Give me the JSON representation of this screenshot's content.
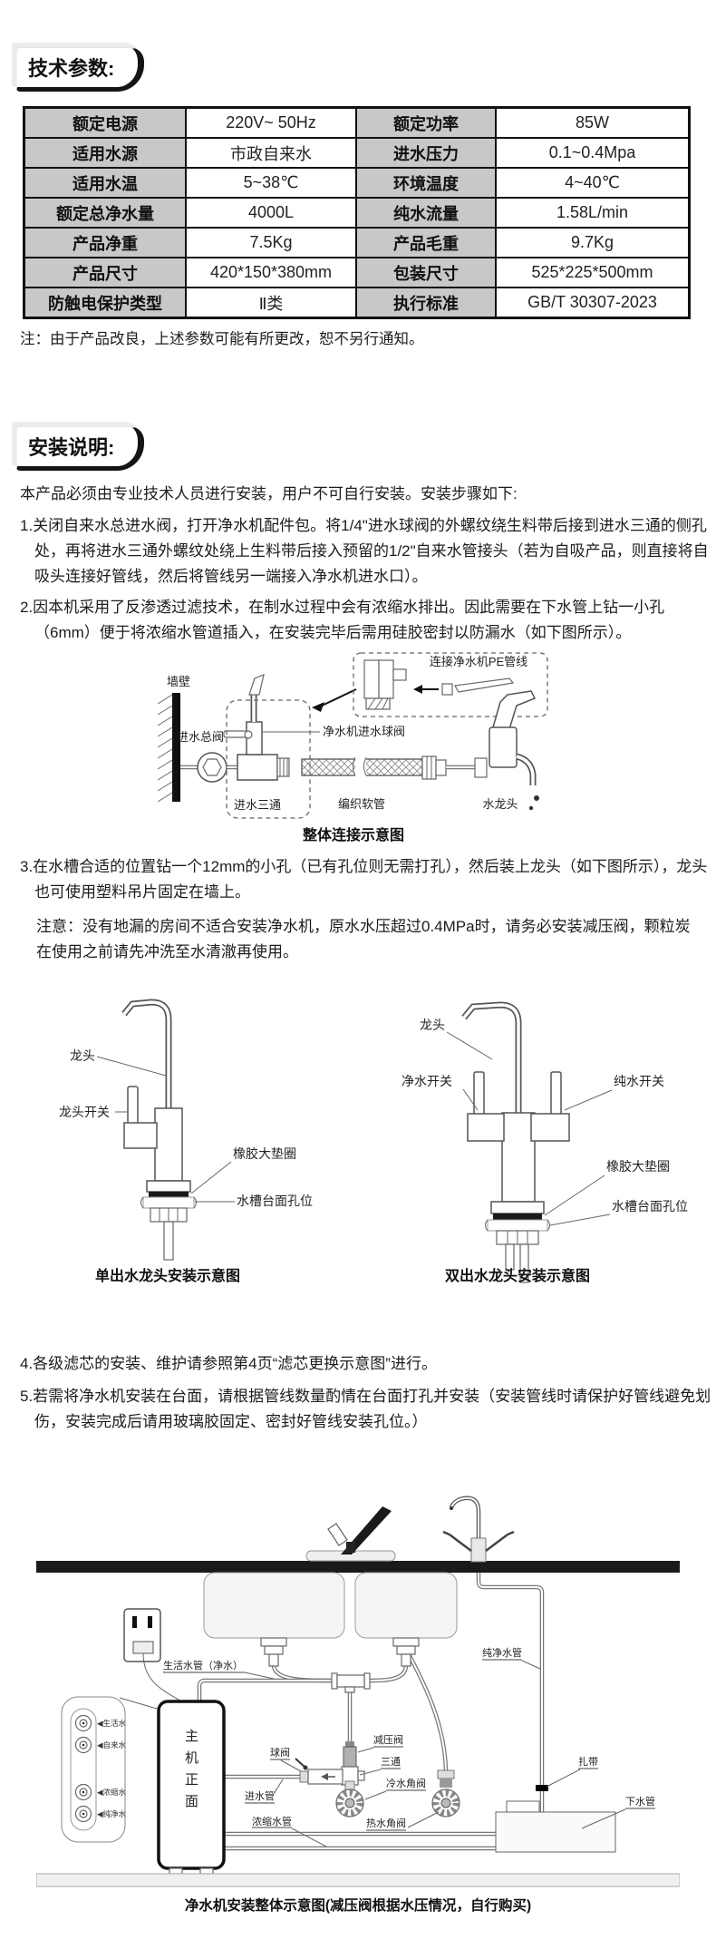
{
  "sections": {
    "tech_title": "技术参数:",
    "install_title": "安装说明:"
  },
  "tech": {
    "note": "注：由于产品改良，上述参数可能有所更改，恕不另行通知。",
    "rows": [
      {
        "k1": "额定电源",
        "v1": "220V~ 50Hz",
        "k2": "额定功率",
        "v2": "85W"
      },
      {
        "k1": "适用水源",
        "v1": "市政自来水",
        "k2": "进水压力",
        "v2": "0.1~0.4Mpa"
      },
      {
        "k1": "适用水温",
        "v1": "5~38℃",
        "k2": "环境温度",
        "v2": "4~40℃"
      },
      {
        "k1": "额定总净水量",
        "v1": "4000L",
        "k2": "纯水流量",
        "v2": "1.58L/min"
      },
      {
        "k1": "产品净重",
        "v1": "7.5Kg",
        "k2": "产品毛重",
        "v2": "9.7Kg"
      },
      {
        "k1": "产品尺寸",
        "v1": "420*150*380mm",
        "k2": "包装尺寸",
        "v2": "525*225*500mm"
      },
      {
        "k1": "防触电保护类型",
        "v1": "Ⅱ类",
        "k2": "执行标准",
        "v2": "GB/T 30307-2023"
      }
    ]
  },
  "install": {
    "intro": "本产品必须由专业技术人员进行安装，用户不可自行安装。安装步骤如下:",
    "step1": "1.关闭自来水总进水阀，打开净水机配件包。将1/4\"进水球阀的外螺纹绕生料带后接到进水三通的侧孔处，再将进水三通外螺纹处绕上生料带后接入预留的1/2\"自来水管接头（若为自吸产品，则直接将自吸头连接好管线，然后将管线另一端接入净水机进水口）。",
    "step2": "2.因本机采用了反渗透过滤技术，在制水过程中会有浓缩水排出。因此需要在下水管上钻一小孔（6mm）便于将浓缩水管道插入，在安装完毕后需用硅胶密封以防漏水（如下图所示）。",
    "step3": "3.在水槽合适的位置钻一个12mm的小孔（已有孔位则无需打孔），然后装上龙头（如下图所示），龙头也可使用塑料吊片固定在墙上。",
    "step3_note": "注意：没有地漏的房间不适合安装净水机，原水水压超过0.4MPa时，请务必安装减压阀，颗粒炭在使用之前请先冲洗至水清澈再使用。",
    "step4": "4.各级滤芯的安装、维护请参照第4页“滤芯更换示意图”进行。",
    "step5": "5.若需将净水机安装在台面，请根据管线数量酌情在台面打孔并安装（安装管线时请保护好管线避免划伤，安装完成后请用玻璃胶固定、密封好管线安装孔位。）"
  },
  "d1": {
    "labels": {
      "wall": "墙壁",
      "main_valve": "进水总阀",
      "tee": "进水三通",
      "ball_valve": "净水机进水球阀",
      "pe_line": "连接净水机PE管线",
      "hose": "编织软管",
      "faucet": "水龙头"
    },
    "caption": "整体连接示意图"
  },
  "d2": {
    "single": {
      "spout": "龙头",
      "switch": "龙头开关",
      "gasket": "橡胶大垫圈",
      "hole": "水槽台面孔位",
      "caption": "单出水龙头安装示意图"
    },
    "double": {
      "spout": "龙头",
      "pure_switch": "净水开关",
      "purer_switch": "纯水开关",
      "gasket": "橡胶大垫圈",
      "hole": "水槽台面孔位",
      "caption": "双出水龙头安装示意图"
    }
  },
  "d3": {
    "labels": {
      "life_pipe": "生活水管（净水）",
      "pure_pipe": "纯净水管",
      "ball_valve": "球阀",
      "reducer": "减压阀",
      "tee": "三通",
      "inlet_pipe": "进水管",
      "cold_valve": "冷水角阀",
      "hot_valve": "热水角阀",
      "conc_pipe": "浓缩水管",
      "tie": "扎带",
      "drain": "下水管",
      "unit": "主机正面"
    },
    "ports": [
      "◀生活水",
      "◀自来水",
      "◀浓缩水",
      "◀纯净水"
    ],
    "caption": "净水机安装整体示意图(减压阀根据水压情况，自行购买)"
  },
  "colors": {
    "table_header_bg": "#c8c8c8",
    "ink": "#1c1c1c"
  }
}
